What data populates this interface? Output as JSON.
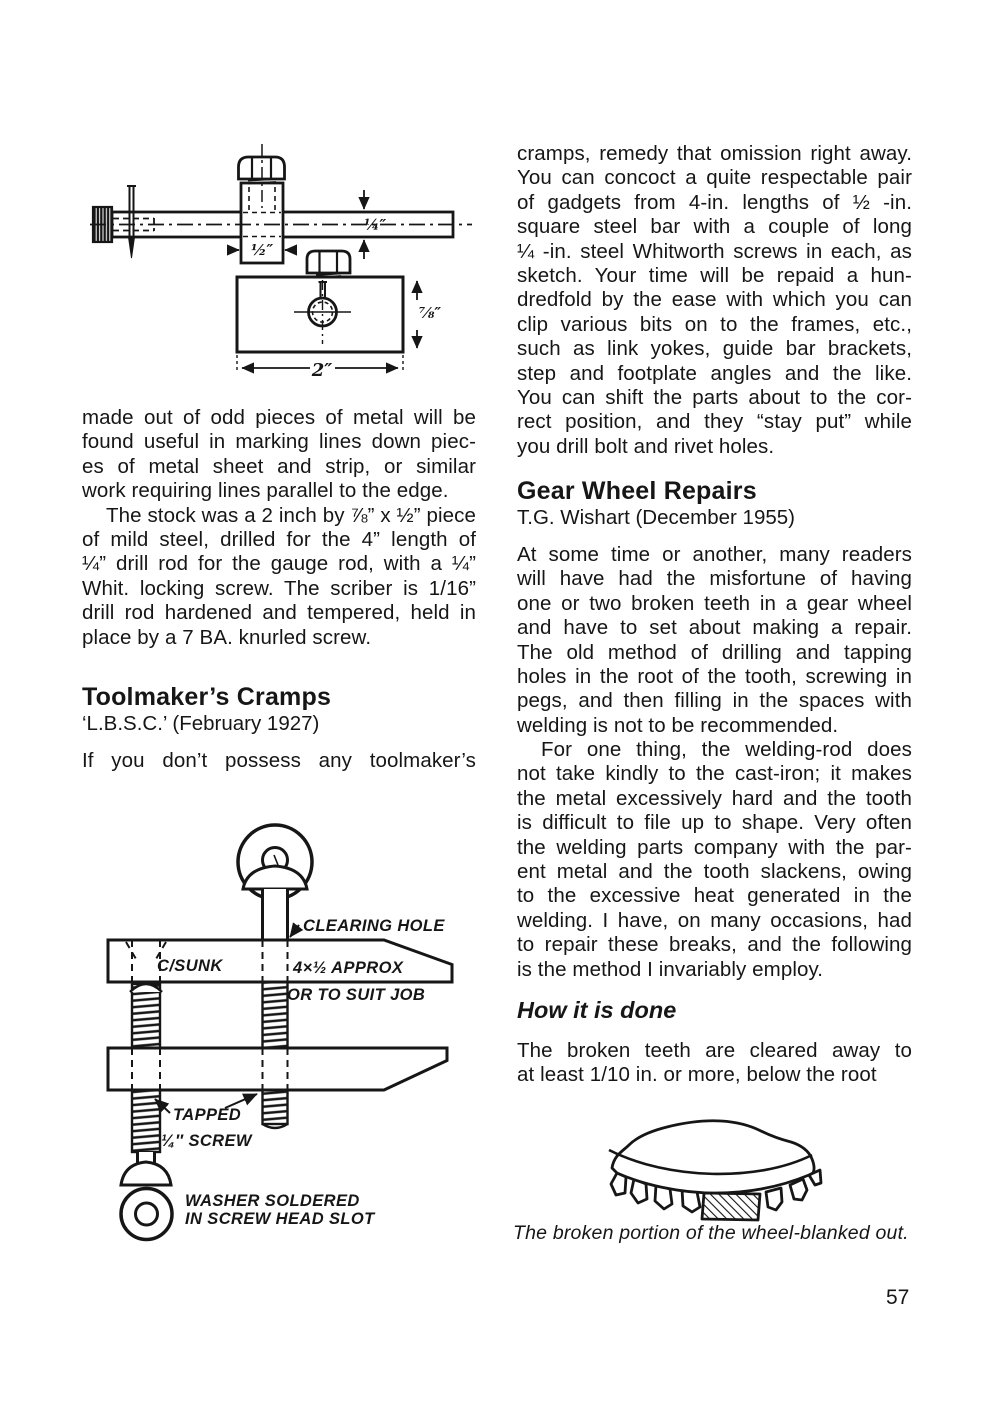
{
  "page": {
    "number": "57"
  },
  "left": {
    "fig1": {
      "dim_half": "½″",
      "dim_quarter": "¼″",
      "dim_seven_eighths": "⅞″",
      "dim_two": "2″"
    },
    "para1": {
      "lines": [
        "made out of odd pieces of metal will be",
        "found useful in marking lines down piec-",
        "es of metal sheet and strip, or similar",
        "work requiring lines parallel to the edge."
      ]
    },
    "para2": {
      "lines": [
        "The stock was a 2 inch by ⅞” x ½” piece",
        "of mild steel, drilled for the 4” length of",
        "¼” drill rod for the gauge rod, with a ¼”",
        "Whit. locking screw. The scriber is 1/16”",
        "drill rod hardened and tempered, held in",
        "place by a 7 BA. knurled screw."
      ]
    },
    "heading": "Toolmaker’s Cramps",
    "byline": "‘L.B.S.C.’ (February 1927)",
    "para3": {
      "lines": [
        "If you don’t possess any toolmaker’s"
      ]
    },
    "fig2": {
      "labels": {
        "clearing_hole": "CLEARING HOLE",
        "csunk": "C/SUNK",
        "approx": "4×½ APPROX",
        "suit_job": "OR TO SUIT JOB",
        "tapped": "TAPPED",
        "quarter_screw": "¼″ SCREW",
        "washer_line1": "WASHER SOLDERED",
        "washer_line2": "IN SCREW HEAD SLOT"
      }
    }
  },
  "right": {
    "para1": {
      "lines": [
        "cramps, remedy that omission right away.",
        "You can concoct a quite respectable pair",
        "of gadgets from 4-in. lengths of ½ -in.",
        "square steel bar with a couple of long",
        "¼ -in. steel Whitworth screws in each, as",
        "sketch. Your time will be repaid a hun-",
        "dredfold by the ease with which you can",
        "clip various bits on to the frames, etc.,",
        "such as link yokes, guide bar brackets,",
        "step and footplate angles and the like.",
        "You can shift the parts about to the cor-",
        "rect position, and they “stay put” while",
        "you drill bolt and rivet holes."
      ]
    },
    "heading": "Gear Wheel Repairs",
    "byline": "T.G. Wishart (December 1955)",
    "para2": {
      "lines": [
        "At some time or another, many readers",
        "will have had the misfortune of having",
        "one or two broken teeth in a gear wheel",
        "and have to set about making a repair.",
        "The old method of drilling and tapping",
        "holes in the root of the tooth, screwing in",
        "pegs, and then filling in the spaces with",
        "welding is not to be recommended."
      ]
    },
    "para3": {
      "lines": [
        "For one thing, the welding-rod does",
        "not take kindly to the cast-iron; it makes",
        "the metal excessively hard and the tooth",
        "is difficult to file up to shape. Very often",
        "the welding parts company with the par-",
        "ent metal and the tooth slackens, owing",
        "to the excessive heat generated in the",
        "welding. I have, on many occasions, had",
        "to repair these breaks, and the following",
        "is the method I invariably employ."
      ]
    },
    "subheading": "How it is done",
    "para4": {
      "lines": [
        "The broken teeth are cleared away to",
        "at least 1/10 in. or more, below the root"
      ]
    },
    "caption": "The broken portion of the wheel-blanked out."
  }
}
